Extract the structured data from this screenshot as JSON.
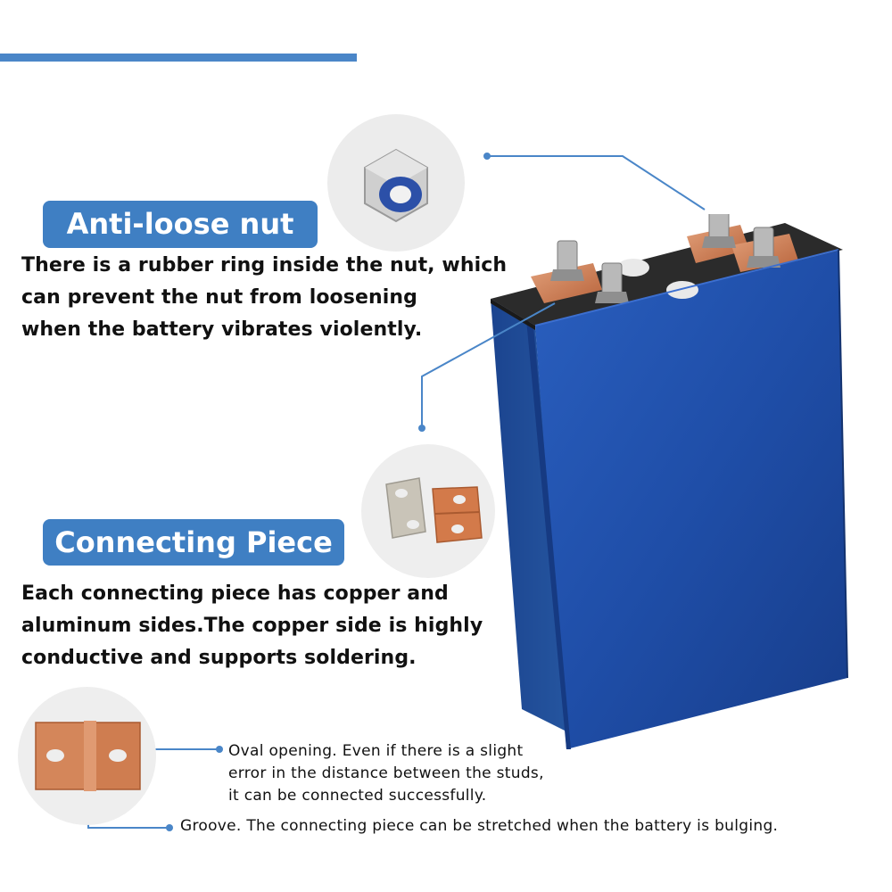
{
  "features": {
    "nut": {
      "title": "Anti-loose nut",
      "description_lines": [
        "There is a rubber ring inside the nut, which",
        "can prevent the nut from loosening",
        "when the battery vibrates violently."
      ]
    },
    "connecting_piece": {
      "title": "Connecting Piece",
      "description_lines": [
        "Each connecting piece has copper and",
        "aluminum sides.The copper side is highly",
        "conductive and supports soldering."
      ]
    }
  },
  "notes": {
    "oval_opening_lines": [
      "Oval opening. Even if there is a slight",
      "error in the distance between the studs,",
      "it can be connected successfully."
    ],
    "groove": "Groove. The connecting piece can be stretched when the battery is bulging."
  },
  "colors": {
    "accent": "#3f7fc3",
    "callout_line": "#4a86c8",
    "battery_blue": "#1f4ea8",
    "copper": "#c8754a"
  },
  "icons": [
    "nut-icon",
    "connecting-pieces-icon",
    "groove-piece-icon",
    "battery-icon"
  ]
}
